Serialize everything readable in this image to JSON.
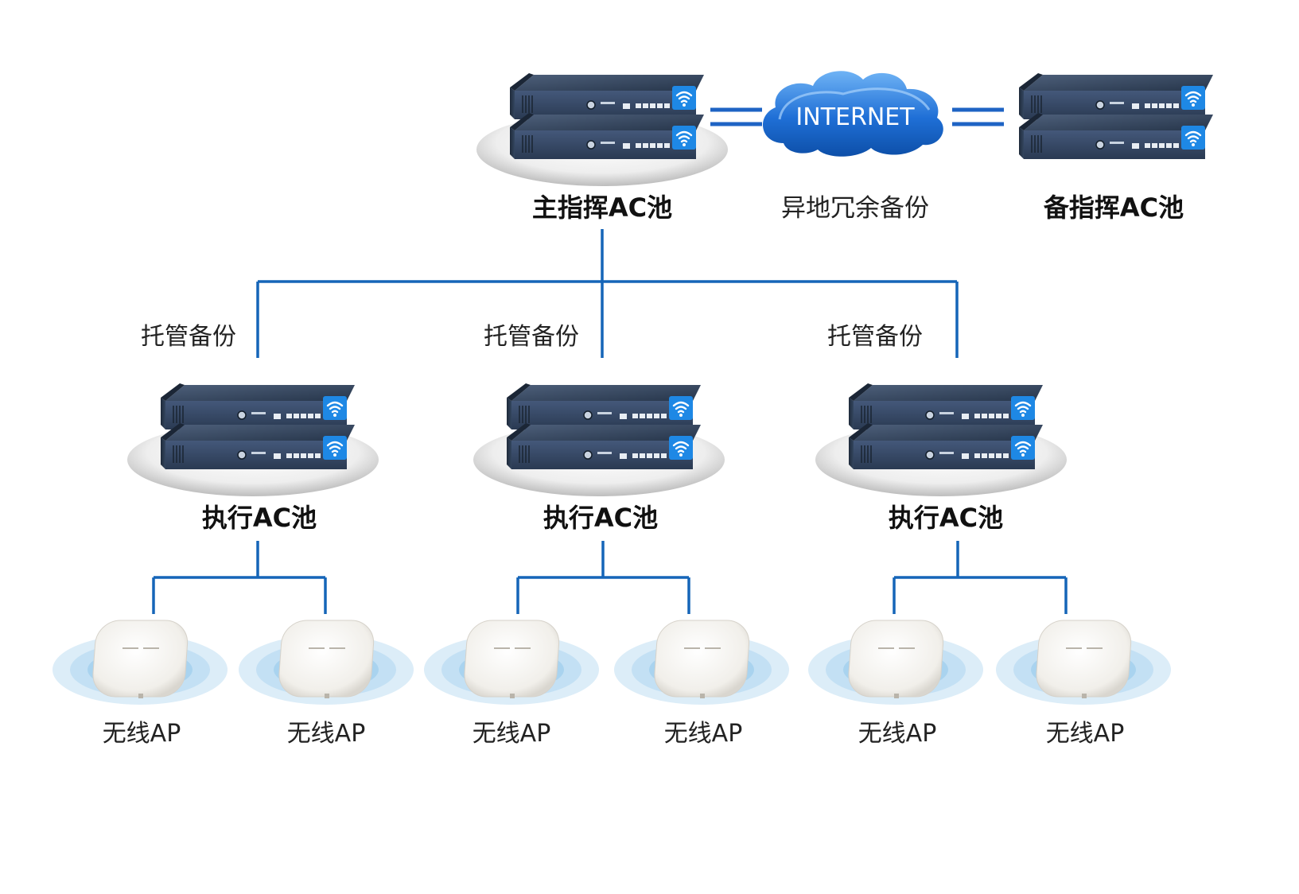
{
  "cloud": {
    "label": "INTERNET",
    "color": "#1f6fd6"
  },
  "top": {
    "main_label": "主指挥AC池",
    "backup_label": "备指挥AC池",
    "redundancy_label": "异地冗余备份"
  },
  "exec_pools": [
    {
      "label": "执行AC池",
      "hosting_label": "托管备份"
    },
    {
      "label": "执行AC池",
      "hosting_label": "托管备份"
    },
    {
      "label": "执行AC池",
      "hosting_label": "托管备份"
    }
  ],
  "aps": [
    {
      "label": "无线AP"
    },
    {
      "label": "无线AP"
    },
    {
      "label": "无线AP"
    },
    {
      "label": "无线AP"
    },
    {
      "label": "无线AP"
    },
    {
      "label": "无线AP"
    }
  ],
  "colors": {
    "line": "#1565b8",
    "wifi_badge": "#1e88e5",
    "server_body": "#2e3f56",
    "server_front": "#3a4c66"
  },
  "icons": {
    "server": "server-stack-icon",
    "wifi": "wifi-icon",
    "cloud": "cloud-icon",
    "ap": "wireless-ap-icon"
  }
}
